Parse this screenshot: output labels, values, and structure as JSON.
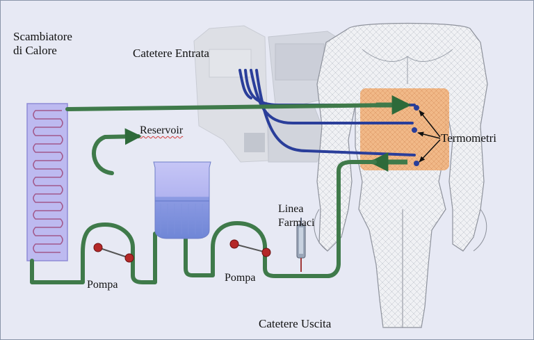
{
  "labels": {
    "scambiatore": [
      "Scambiatore",
      "di Calore"
    ],
    "catetere_entrata": "Catetere Entrata",
    "reservoir": "Reservoir",
    "termometri": "Termometri",
    "linea_farmaci": [
      "Linea",
      "Farmaci"
    ],
    "pompa_left": "Pompa",
    "pompa_right": "Pompa",
    "catetere_uscita": "Catetere Uscita"
  },
  "colors": {
    "background": "#e7e9f4",
    "tube": "#3f7a4a",
    "tube_dark": "#2b5b36",
    "catheter_blue": "#2a3e9a",
    "heat_exchanger": "#b9b7ee",
    "heat_coil": "#a05a8a",
    "abdomen_warm": "#f2b07a",
    "pump_ball": "#b42828",
    "bag_top": "#b7b7f2",
    "bag_bottom": "#7c8ee0"
  }
}
